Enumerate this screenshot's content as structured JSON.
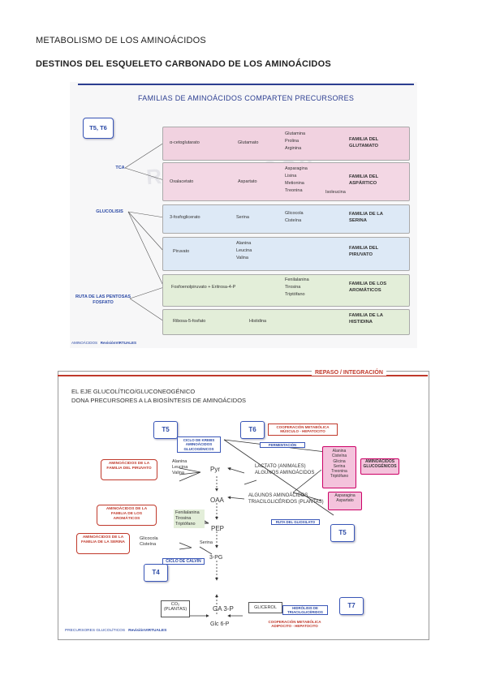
{
  "page": {
    "header": "METABOLISMO DE LOS AMINOÁCIDOS",
    "subheader": "DESTINOS DEL ESQUELETO CARBONADO DE LOS AMINOÁCIDOS"
  },
  "fig1": {
    "title": "FAMILIAS DE AMINOÁCIDOS COMPARTEN PRECURSORES",
    "tag": "T5, T6",
    "sources": {
      "tca": "TCA",
      "glucolisis": "GLUCOLISIS",
      "pentosas": "RUTA DE LAS PENTOSAS FOSFATO"
    },
    "families": [
      {
        "precursor": "α-cetoglutarato",
        "mid": "Glutamato",
        "products": [
          "Glutamina",
          "Prolina",
          "Arginina"
        ],
        "name": "FAMILIA DEL GLUTAMATO",
        "bg": "#f1d2e0"
      },
      {
        "precursor": "Oxalacetato",
        "mid": "Aspartato",
        "products": [
          "Asparagina",
          "Lisina",
          "Metionina",
          "Treonina"
        ],
        "extra": "Isoleucina",
        "name": "FAMILIA DEL ASPÁRTICO",
        "bg": "#f3d7e4"
      },
      {
        "precursor": "3-fosfoglicerato",
        "mid": "Serina",
        "products": [
          "Glicocola",
          "Cisteína"
        ],
        "name": "FAMILIA DE LA SERINA",
        "bg": "#dde9f6"
      },
      {
        "precursor": "Piruvato",
        "products": [
          "Alanina",
          "Leucina",
          "Valina"
        ],
        "name": "FAMILIA DEL PIRUVATO",
        "bg": "#dde9f6"
      },
      {
        "precursor": "Fosfoenolpiruvato + Eritrosa-4-P",
        "products": [
          "Fenilalanina",
          "Tirosina",
          "Triptófano"
        ],
        "name": "FAMILIA DE LOS AROMÁTICOS",
        "bg": "#e3eed9"
      },
      {
        "precursor": "Ribosa-5-fosfato",
        "mid": "Histidina",
        "name": "FAMILIA DE LA HISTIDINA",
        "bg": "#e3eed9"
      }
    ],
    "footer_left": "AMINOÁCIDOS",
    "footer_brand": "RevisiónVIRTUALES"
  },
  "fig2": {
    "toplabel": "REPASO / INTEGRACIÓN",
    "title_line1": "EL EJE GLUCOLÍTICO/GLUCONEOGÉNICO",
    "title_line2": "DONA PRECURSORES A LA BIOSÍNTESIS DE AMINOÁCIDOS",
    "tags": {
      "t5a": "T5",
      "t6": "T6",
      "t5b": "T5",
      "t4": "T4",
      "t7": "T7"
    },
    "nodes": {
      "pyr": "Pyr",
      "oaa": "OAA",
      "pep": "PEP",
      "pg3": "3-PG",
      "ga3p": "GA 3-P",
      "glc6p": "Glc 6-P"
    },
    "krebs": "CICLO DE KREBS AMINOÁCIDOS GLUCOGÉNICOS",
    "coop_top": "COOPERACIÓN METABÓLICA MÚSCULO - HEPATOCITO",
    "fermentacion": "FERMENTACIÓN",
    "lactato": [
      "LACTATO (ANIMALES)",
      "ALGUNOS AMINOÁCIDOS"
    ],
    "triacil": [
      "ALGUNOS AMINOÁCIDOS",
      "TRIACILGLICÉRIDOS (PLANTAS)"
    ],
    "glioxilato": "RUTA DEL GLIOXILATO",
    "pyr_products": [
      "Alanina",
      "Leucina",
      "Valina"
    ],
    "pep_products": [
      "Fenilalanina",
      "Tirosina",
      "Triptófano"
    ],
    "pg_products": [
      "Glicocola",
      "Cisteína"
    ],
    "serina": "Serina",
    "glucogenic_list": [
      "Alanina",
      "Cisteína",
      "Glicina",
      "Serina",
      "Treonina",
      "Triptófano"
    ],
    "glucogenic_label": "AMINOÁCIDOS GLUCOGÉNICOS",
    "asp_list": [
      "Asparagina",
      "Aspartato"
    ],
    "red_pyr": "AMINOÁCIDOS DE LA FAMILIA DEL PIRUVATO",
    "red_arom": "AMINOÁCIDOS DE LA FAMILIA DE LOS AROMÁTICOS",
    "red_ser": "AMINOÁCIDOS DE LA FAMILIA DE LA SERINA",
    "calvin": "CICLO DE CALVIN",
    "co2": [
      "CO₂",
      "(PLANTAS)"
    ],
    "glicerol": "GLICEROL",
    "hidrolisis": "HIDRÓLISIS DE TRIACILGLICÉRIDOS",
    "coop_bottom": "COOPERACIÓN METABÓLICA ADIPOCITO - HEPATOCITO",
    "footer_left": "PRECURSORES GLUCOLÍTICOS",
    "footer_brand": "RevisiónVIRTUALES"
  }
}
